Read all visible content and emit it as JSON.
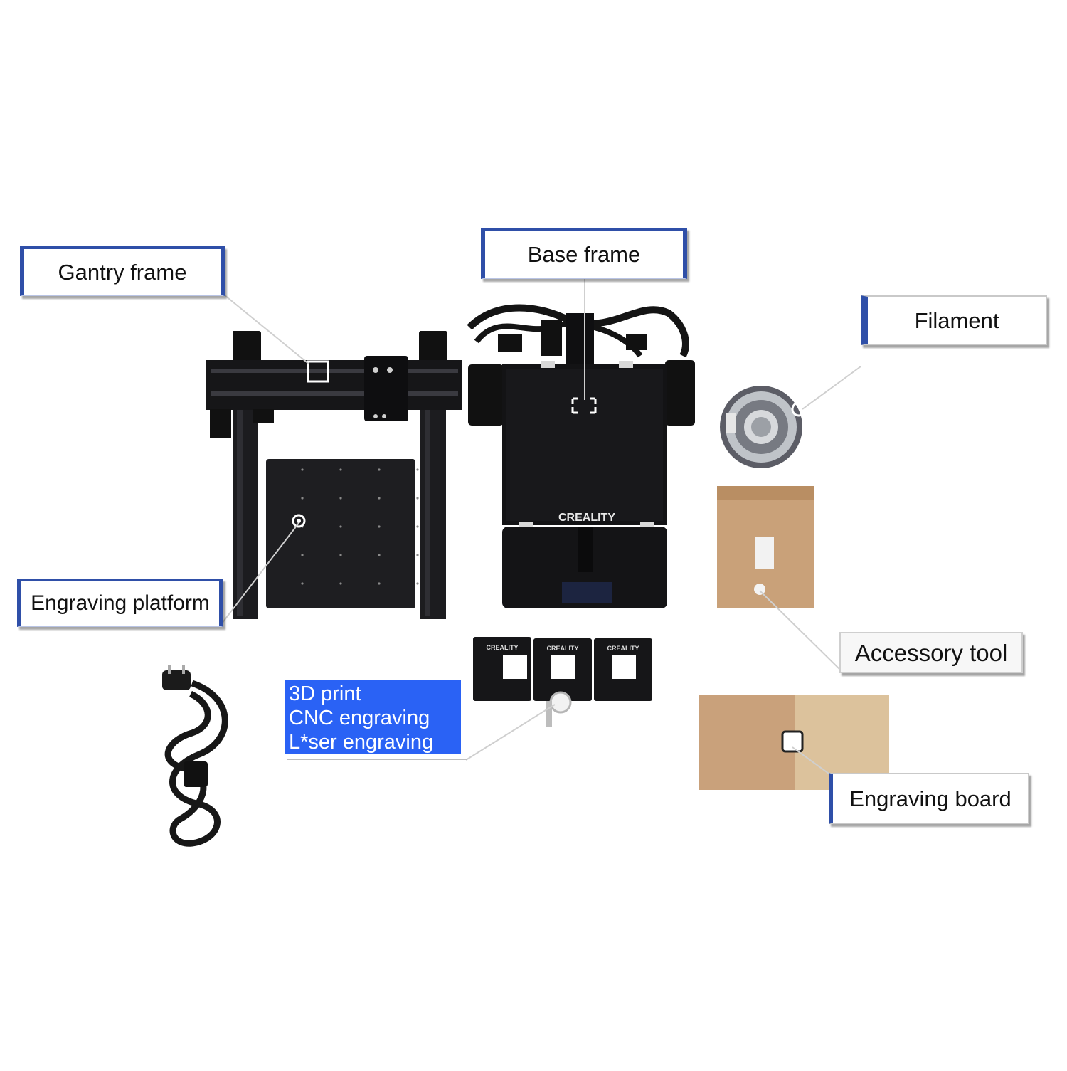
{
  "labels": {
    "gantry_frame": "Gantry frame",
    "base_frame": "Base frame",
    "filament": "Filament",
    "engraving_platform": "Engraving platform",
    "accessory_tool": "Accessory tool",
    "engraving_board": "Engraving board"
  },
  "modes": {
    "items": [
      "3D print",
      "CNC engraving",
      "L*ser engraving"
    ]
  },
  "brand": {
    "logo_text": "CREALITY"
  },
  "colors": {
    "label_frame": "#2f4fa8",
    "modes_bg": "#2a62f5",
    "aluminum": "#1b1b1d",
    "cardboard": "#c8a27a",
    "plywood": "#d9bf98"
  }
}
